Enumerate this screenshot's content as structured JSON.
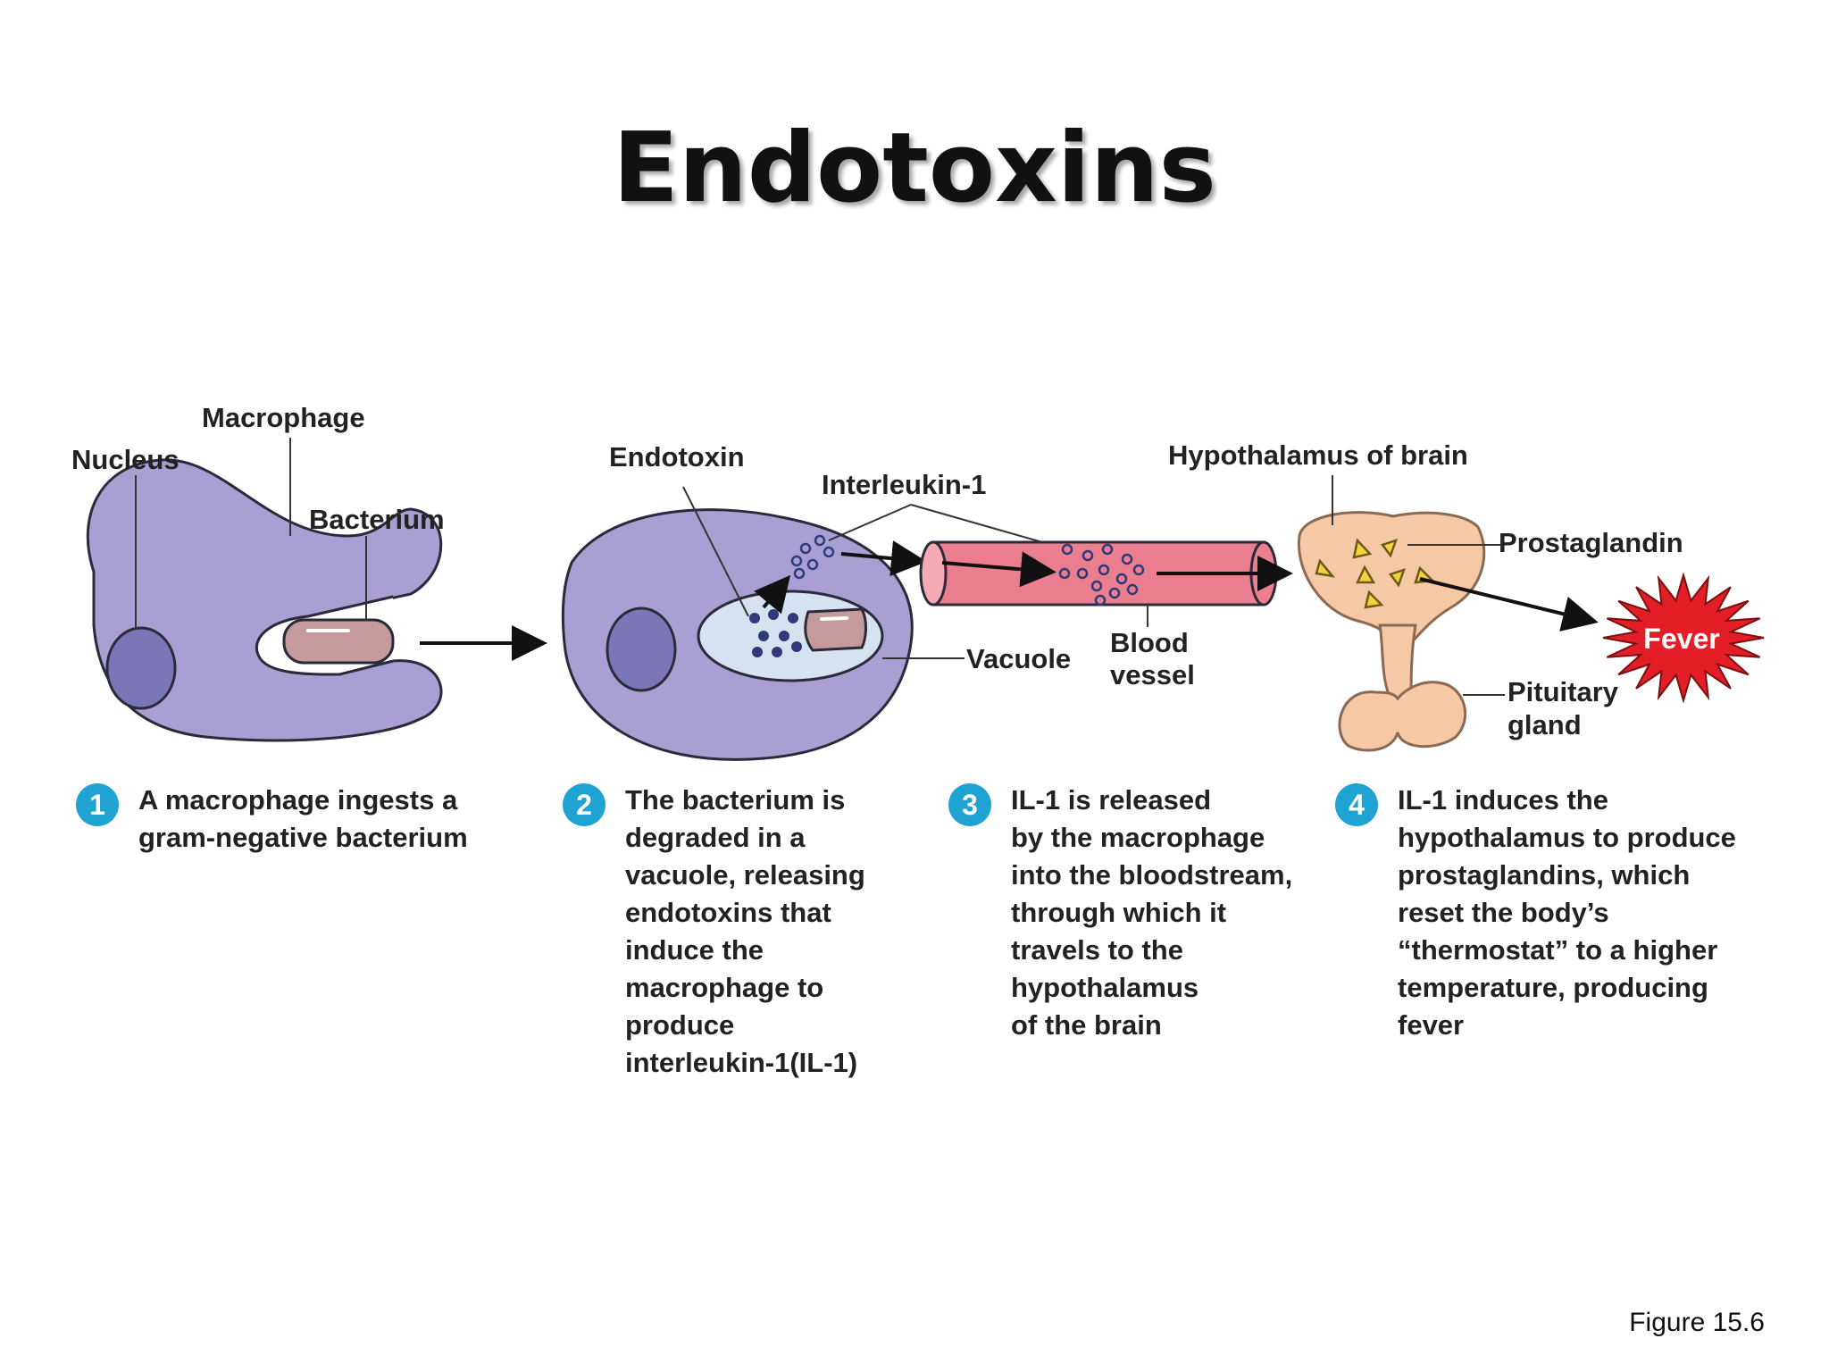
{
  "title": "Endotoxins",
  "figure_label": "Figure 15.6",
  "labels": {
    "macrophage": "Macrophage",
    "nucleus": "Nucleus",
    "bacterium": "Bacterium",
    "endotoxin": "Endotoxin",
    "interleukin": "Interleukin-1",
    "vacuole": "Vacuole",
    "blood_vessel_1": "Blood",
    "blood_vessel_2": "vessel",
    "hypothalamus": "Hypothalamus of brain",
    "prostaglandin": "Prostaglandin",
    "pituitary_1": "Pituitary",
    "pituitary_2": "gland",
    "fever": "Fever"
  },
  "steps": [
    {
      "number": "1",
      "text": "A macrophage ingests a\ngram-negative bacterium"
    },
    {
      "number": "2",
      "text": "The bacterium is\ndegraded in a\nvacuole, releasing\nendotoxins that\ninduce the\nmacrophage to\nproduce\ninterleukin-1(IL-1)"
    },
    {
      "number": "3",
      "text": "IL-1 is released\nby the macrophage\ninto the bloodstream,\nthrough which it\ntravels to the\nhypothalamus\nof the brain"
    },
    {
      "number": "4",
      "text": "IL-1 induces the\nhypothalamus to produce\nprostaglandins, which\nreset the body’s\n“thermostat” to a higher\ntemperature, producing\nfever"
    }
  ],
  "colors": {
    "macrophage": "#a99fd2",
    "nucleus": "#7b76b8",
    "bacterium": "#c49a9c",
    "vacuole": "#d5e3f0",
    "vessel": "#ec7f8f",
    "brain": "#f6c9a6",
    "prostaglandin": "#f2d23a",
    "fever": "#e41e26",
    "badge": "#1fa3d3"
  }
}
